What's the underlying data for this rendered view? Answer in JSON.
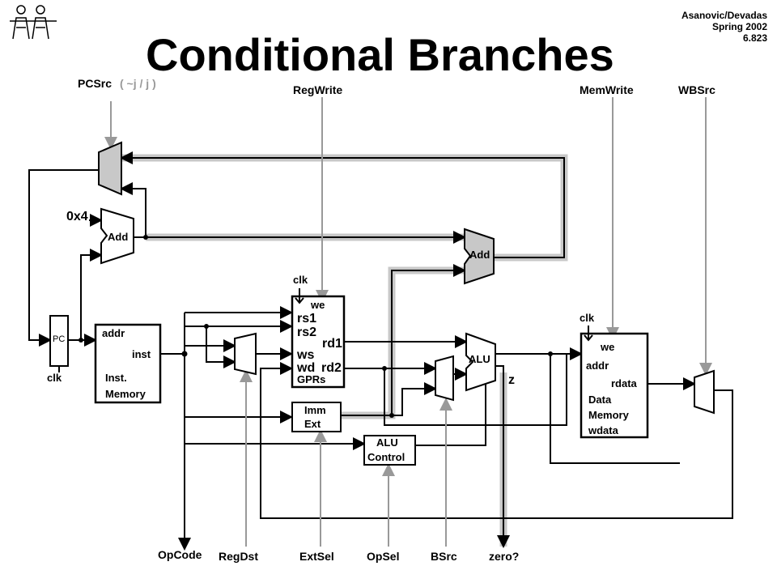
{
  "slide": {
    "title": "Conditional Branches",
    "credit": "Asanovic/Devadas\nSpring 2002\n6.823"
  },
  "signals": {
    "pcsrc": "PCSrc",
    "pcsrc_options": "( ~j / j )",
    "regwrite": "RegWrite",
    "memwrite": "MemWrite",
    "wbsrc": "WBSrc",
    "opcode": "OpCode",
    "regdst": "RegDst",
    "extsel": "ExtSel",
    "opsel": "OpSel",
    "bsrc": "BSrc",
    "zero": "zero?"
  },
  "components": {
    "const_4": "0x4",
    "add_pc": "Add",
    "add_branch": "Add",
    "pc": "PC",
    "clk": "clk",
    "inst_addr": "addr",
    "inst_out": "inst",
    "inst_memory_line1": "Inst.",
    "inst_memory_line2": "Memory",
    "gpr_we": "we",
    "gpr_rs1": "rs1",
    "gpr_rs2": "rs2",
    "gpr_rd1": "rd1",
    "gpr_ws": "ws",
    "gpr_wd": "wd",
    "gpr_rd2": "rd2",
    "gprs": "GPRs",
    "imm_line1": "Imm",
    "imm_line2": "Ext",
    "alu": "ALU",
    "alu_zero": "z",
    "alu_control_line1": "ALU",
    "alu_control_line2": "Control",
    "dm_we": "we",
    "dm_addr": "addr",
    "dm_rdata": "rdata",
    "dm_line1": "Data",
    "dm_line2": "Memory",
    "dm_wdata": "wdata"
  },
  "colors": {
    "wire": "#000000",
    "control": "#999999",
    "highlight": "#c8c8c8"
  }
}
